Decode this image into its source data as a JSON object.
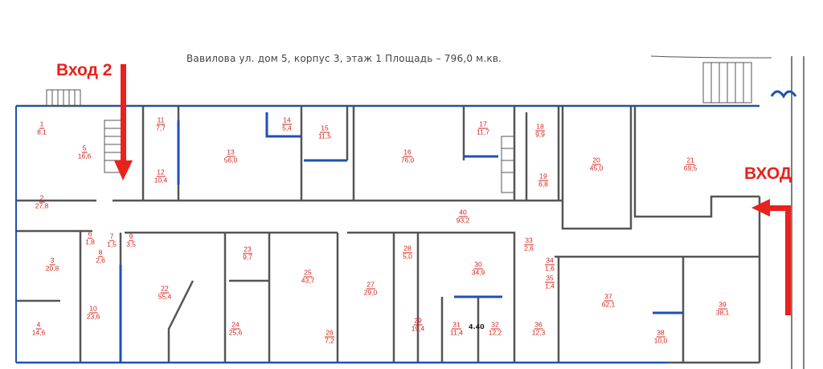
{
  "header": {
    "title": "Вавилова ул. дом 5, корпус 3, этаж 1   Площадь – 796,0 м.кв."
  },
  "entrances": {
    "entrance_2": "Вход 2",
    "entrance_main": "ВХОД"
  },
  "colors": {
    "label": "#d4231c",
    "arrow": "#e8221d",
    "blue_wall": "#1f4fb8",
    "wall": "#555555"
  },
  "rooms": [
    {
      "num": "1",
      "area": "8,1"
    },
    {
      "num": "2",
      "area": "27,8"
    },
    {
      "num": "3",
      "area": "20,8"
    },
    {
      "num": "4",
      "area": "14,6"
    },
    {
      "num": "5",
      "area": "16,6"
    },
    {
      "num": "6",
      "area": "1,8"
    },
    {
      "num": "7",
      "area": "1,5"
    },
    {
      "num": "8",
      "area": "2,6"
    },
    {
      "num": "9",
      "area": "3,5"
    },
    {
      "num": "10",
      "area": "23,6"
    },
    {
      "num": "11",
      "area": "7,7"
    },
    {
      "num": "12",
      "area": "10,4"
    },
    {
      "num": "13",
      "area": "56,0"
    },
    {
      "num": "14",
      "area": "5,4"
    },
    {
      "num": "15",
      "area": "11,5"
    },
    {
      "num": "16",
      "area": "76,0"
    },
    {
      "num": "17",
      "area": "11,7"
    },
    {
      "num": "18",
      "area": "9,9"
    },
    {
      "num": "19",
      "area": "6,8"
    },
    {
      "num": "20",
      "area": "45,0"
    },
    {
      "num": "21",
      "area": "69,5"
    },
    {
      "num": "22",
      "area": "55,4"
    },
    {
      "num": "23",
      "area": "9,7"
    },
    {
      "num": "24",
      "area": "25,6"
    },
    {
      "num": "25",
      "area": "43,7"
    },
    {
      "num": "26",
      "area": "7,2"
    },
    {
      "num": "27",
      "area": "29,0"
    },
    {
      "num": "28",
      "area": "5,0"
    },
    {
      "num": "29",
      "area": "19,4"
    },
    {
      "num": "30",
      "area": "34,9"
    },
    {
      "num": "31",
      "area": "11,4"
    },
    {
      "num": "32",
      "area": "12,2"
    },
    {
      "num": "33",
      "area": "2,6"
    },
    {
      "num": "34",
      "area": "1,6"
    },
    {
      "num": "35",
      "area": "1,4"
    },
    {
      "num": "36",
      "area": "12,3"
    },
    {
      "num": "37",
      "area": "62,1"
    },
    {
      "num": "38",
      "area": "10,0"
    },
    {
      "num": "39",
      "area": "38,1"
    },
    {
      "num": "40",
      "area": "93,2"
    }
  ],
  "dimension_note": "4.40"
}
